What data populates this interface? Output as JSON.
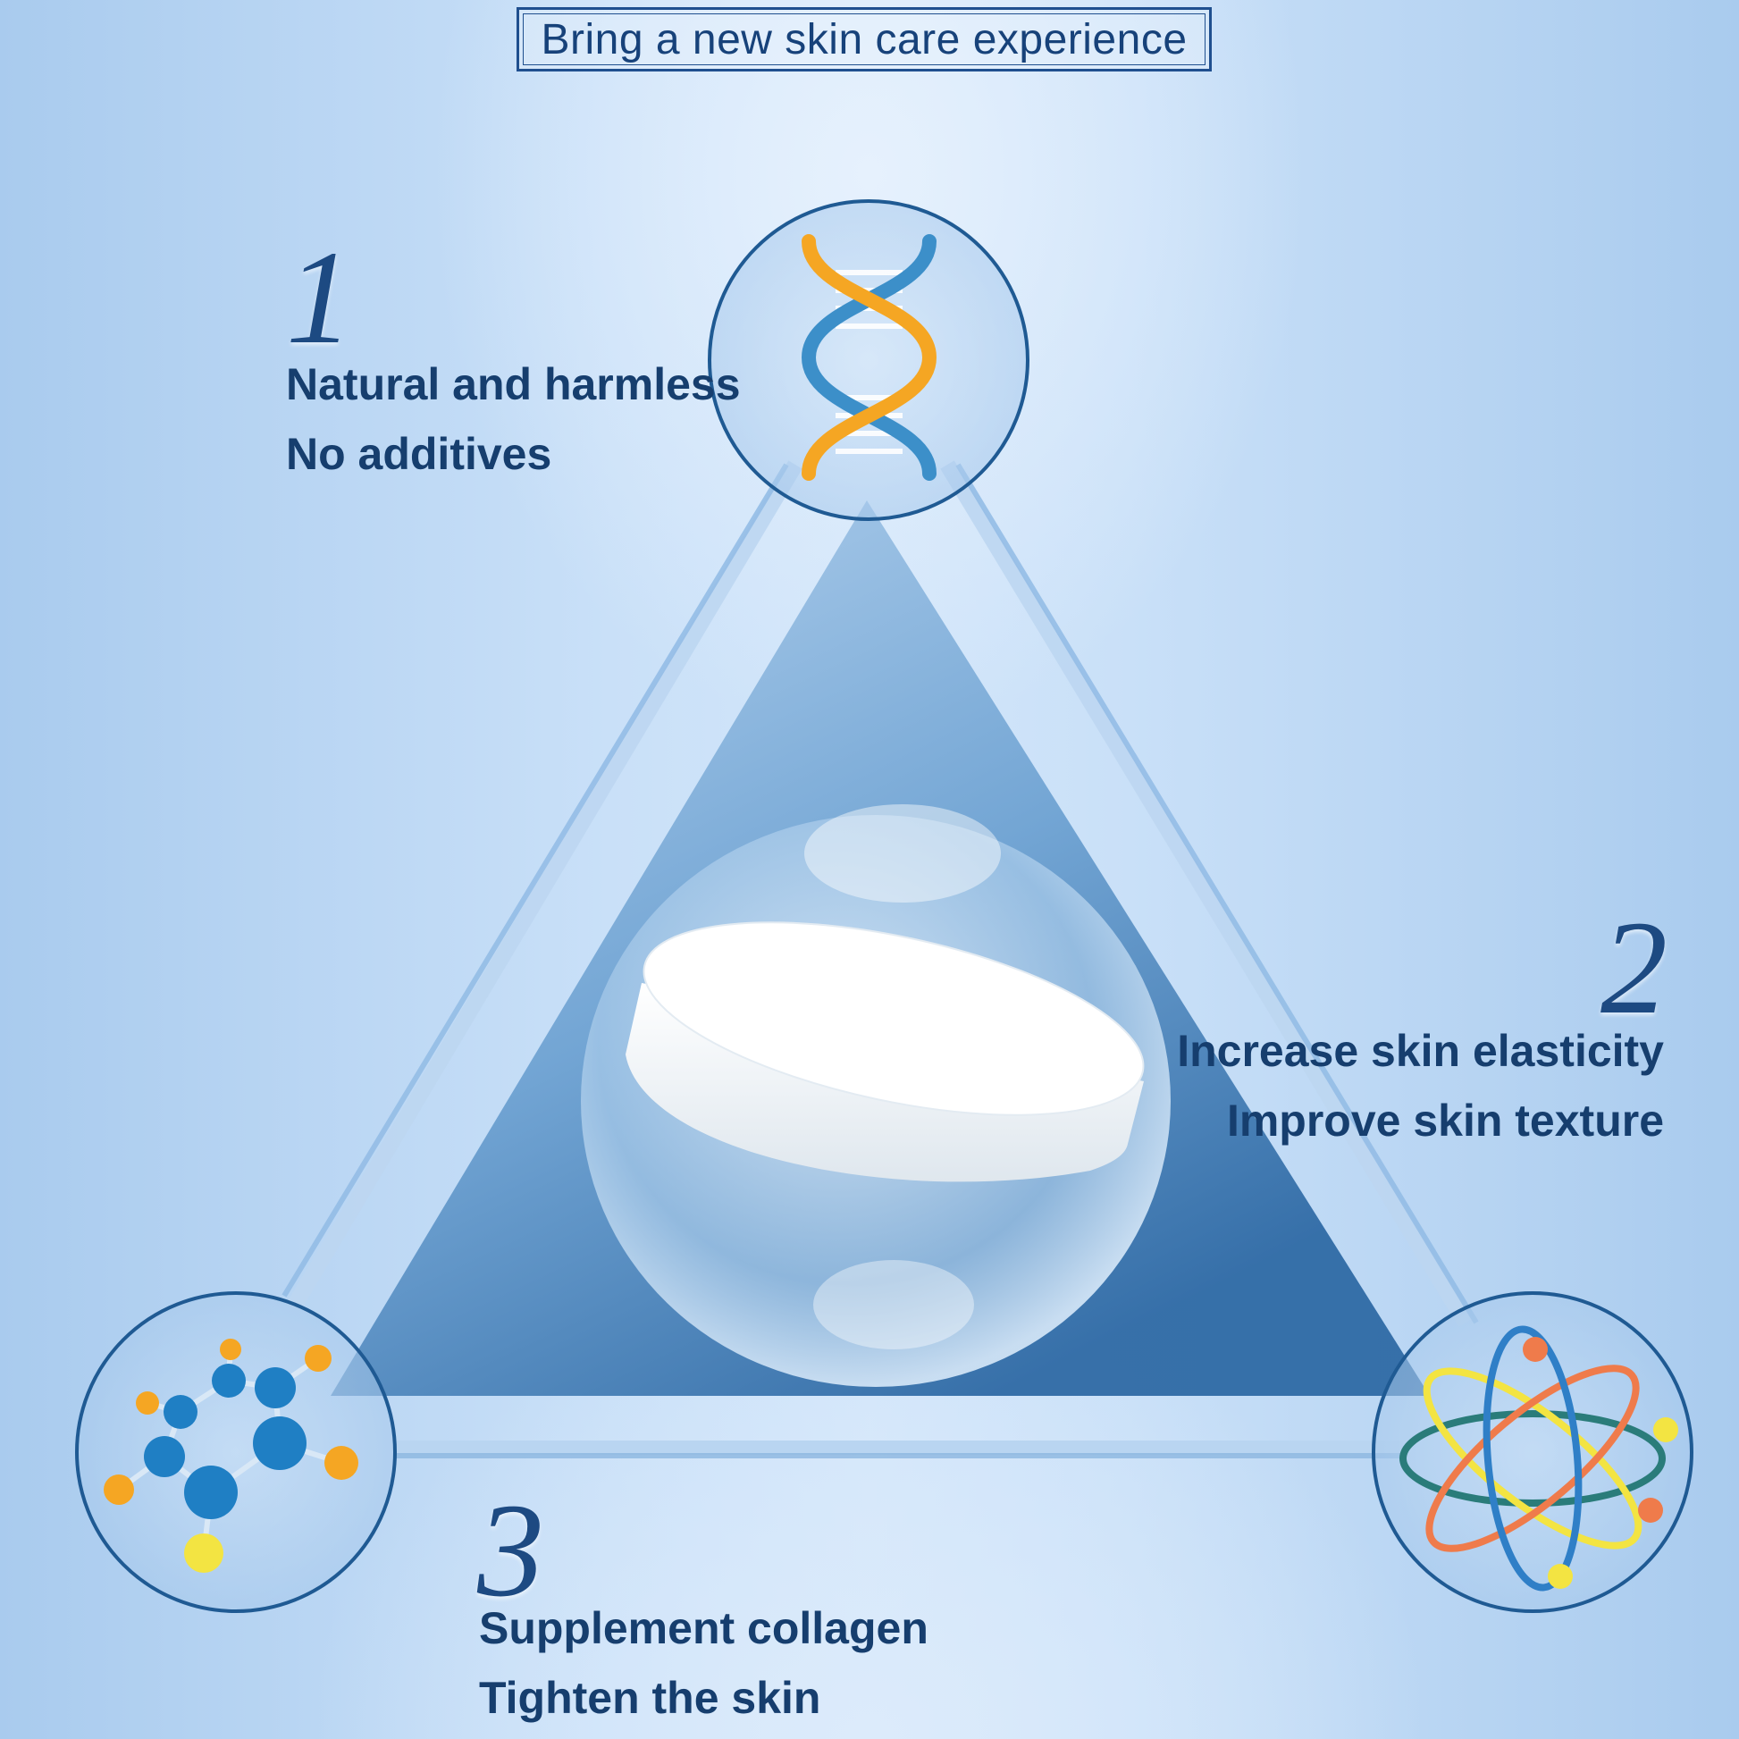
{
  "header": {
    "title": "Bring a new skin care experience"
  },
  "features": [
    {
      "number": "1",
      "lines": [
        "Natural and harmless",
        "No additives"
      ],
      "icon": "dna-icon"
    },
    {
      "number": "2",
      "lines": [
        "Increase skin elasticity",
        "Improve skin texture"
      ],
      "icon": "atom-icon"
    },
    {
      "number": "3",
      "lines": [
        "Supplement collagen",
        "Tighten the skin"
      ],
      "icon": "molecule-icon"
    }
  ],
  "colors": {
    "navy": "#163e6e",
    "accent_blue": "#3c8fc9",
    "accent_orange": "#f5a623",
    "accent_yellow": "#f3e442"
  }
}
